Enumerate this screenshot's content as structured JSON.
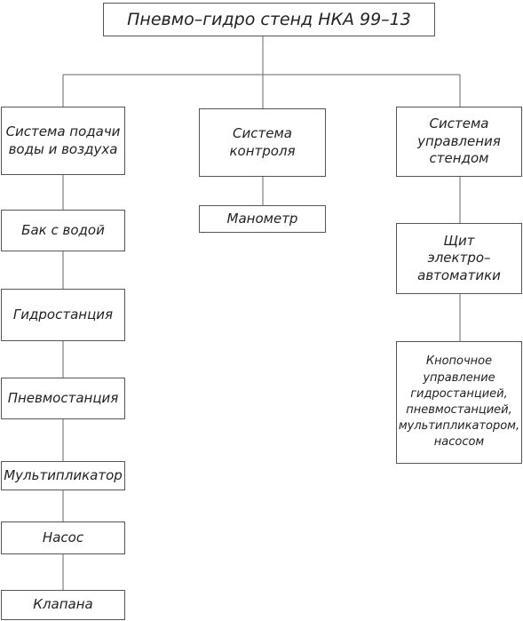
{
  "diagram": {
    "title": "Пневмо–гидро стенд НКА 99–13",
    "branches": [
      {
        "label": "Система подачи\nводы и воздуха",
        "items": [
          "Бак с водой",
          "Гидростанция",
          "Пневмостанция",
          "Мультипликатор",
          "Насос",
          "Клапана"
        ]
      },
      {
        "label": "Система\nконтроля",
        "items": [
          "Манометр"
        ]
      },
      {
        "label": "Система\nуправления\nстендом",
        "items": [
          "Щит\nэлектро–\nавтоматики",
          "Кнопочное\nуправление\nгидростанцией,\nпневмостанцией,\nмультипликатором,\nнасосом"
        ]
      }
    ]
  }
}
